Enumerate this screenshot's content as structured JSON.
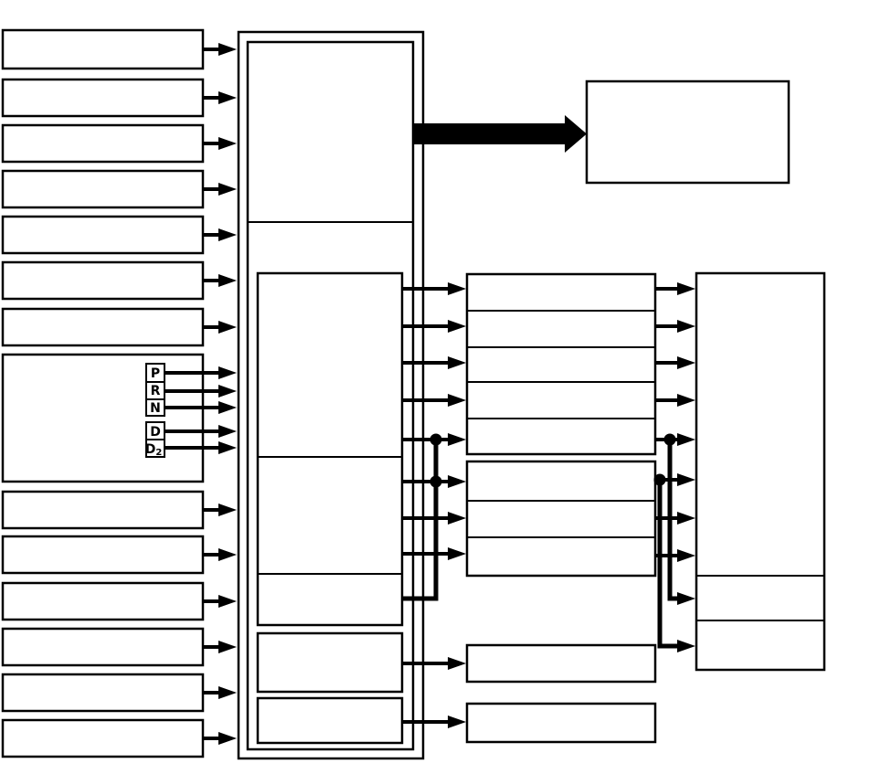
{
  "diagram": {
    "kind": "block-diagram",
    "colors": {
      "background": "#ffffff",
      "line": "#000000",
      "box_fill": "#ffffff"
    },
    "gear_selector": {
      "positions": [
        {
          "id": "p",
          "label": "P"
        },
        {
          "id": "r",
          "label": "R"
        },
        {
          "id": "n",
          "label": "N"
        },
        {
          "id": "d",
          "label": "D"
        },
        {
          "id": "d2",
          "label": "D",
          "sub": "2"
        }
      ]
    }
  }
}
